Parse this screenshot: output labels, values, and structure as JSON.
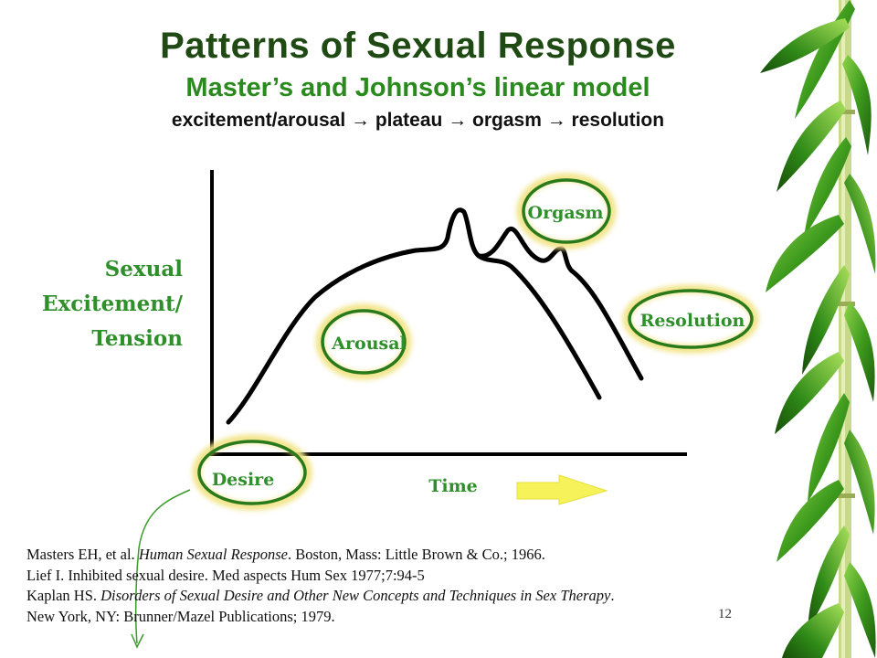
{
  "slide": {
    "title": "Patterns of Sexual Response",
    "subtitle": "Master’s and Johnson’s linear model",
    "phases_line": "excitement/arousal → plateau → orgasm → resolution",
    "page_number": "12"
  },
  "diagram": {
    "y_axis_label_lines": [
      "Sexual",
      "Excitement/",
      "Tension"
    ],
    "x_axis_label": "Time",
    "phases": {
      "desire": "Desire",
      "arousal": "Arousal",
      "orgasm": "Orgasm",
      "resolution": "Resolution"
    },
    "colors": {
      "label_green": "#2f8f2a",
      "ellipse_green": "#2a7a1c",
      "glow_yellow": "#f2e487",
      "arrow_yellow": "#f6f25a",
      "title_dark_green": "#1f4a14"
    }
  },
  "references": [
    {
      "prefix": "Masters EH, et al. ",
      "italic": "Human Sexual Response",
      "suffix": ". Boston, Mass: Little Brown & Co.; 1966."
    },
    {
      "prefix": "Lief  I. Inhibited sexual desire. Med aspects Hum Sex 1977;7:94-5",
      "italic": "",
      "suffix": ""
    },
    {
      "prefix": "Kaplan HS. ",
      "italic": "Disorders of Sexual Desire and Other New Concepts and Techniques in Sex Therapy",
      "suffix": "."
    },
    {
      "prefix": "New York, NY: Brunner/Mazel Publications; 1979.",
      "italic": "",
      "suffix": ""
    }
  ]
}
